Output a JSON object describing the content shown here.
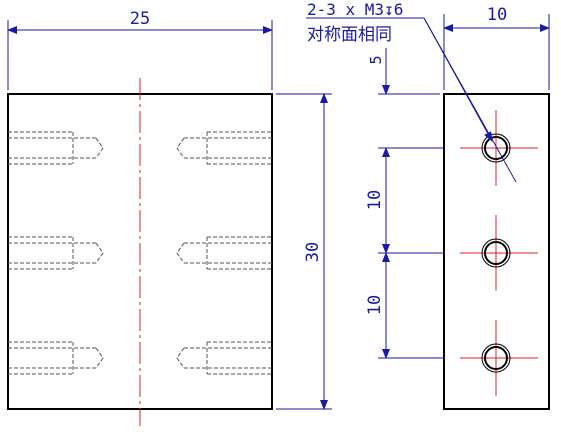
{
  "drawing": {
    "front_view": {
      "width_dim": "25",
      "height_dim": "30"
    },
    "side_view": {
      "width_dim": "10",
      "top_offset_dim": "5",
      "spacing_dim_1": "10",
      "spacing_dim_2": "10"
    },
    "callout": {
      "line1": "2-3 x M3↧6",
      "line2": "对称面相同"
    },
    "colors": {
      "outline": "#000000",
      "dimension": "#1a1aa8",
      "centerline": "#e02020",
      "hidden_line": "#555555"
    }
  }
}
